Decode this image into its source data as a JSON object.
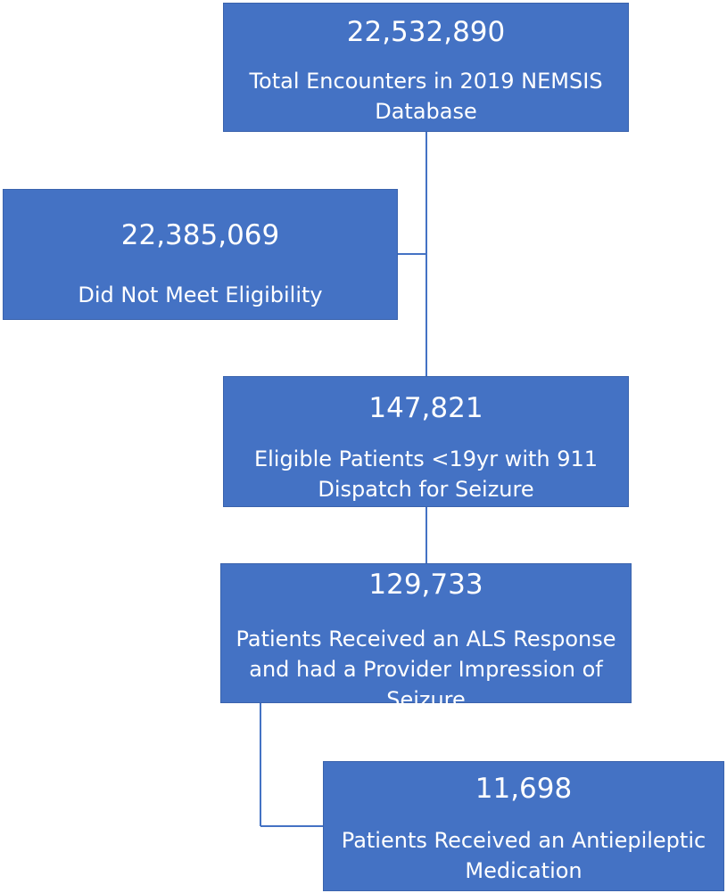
{
  "flowchart": {
    "total": {
      "count": "22,532,890",
      "label": "Total Encounters in 2019 NEMSIS Database"
    },
    "excluded": {
      "count": "22,385,069",
      "label": "Did Not Meet Eligibility"
    },
    "eligible": {
      "count": "147,821",
      "label": "Eligible Patients <19yr with 911 Dispatch for Seizure"
    },
    "als": {
      "count": "129,733",
      "label": "Patients Received an ALS Response and had a Provider Impression of Seizure"
    },
    "aed": {
      "count": "11,698",
      "label": "Patients Received an Antiepileptic Medication"
    }
  },
  "colors": {
    "box_fill": "#4472C4",
    "box_border": "#3A63AD",
    "connector": "#4472C4",
    "text": "#FFFFFF"
  }
}
